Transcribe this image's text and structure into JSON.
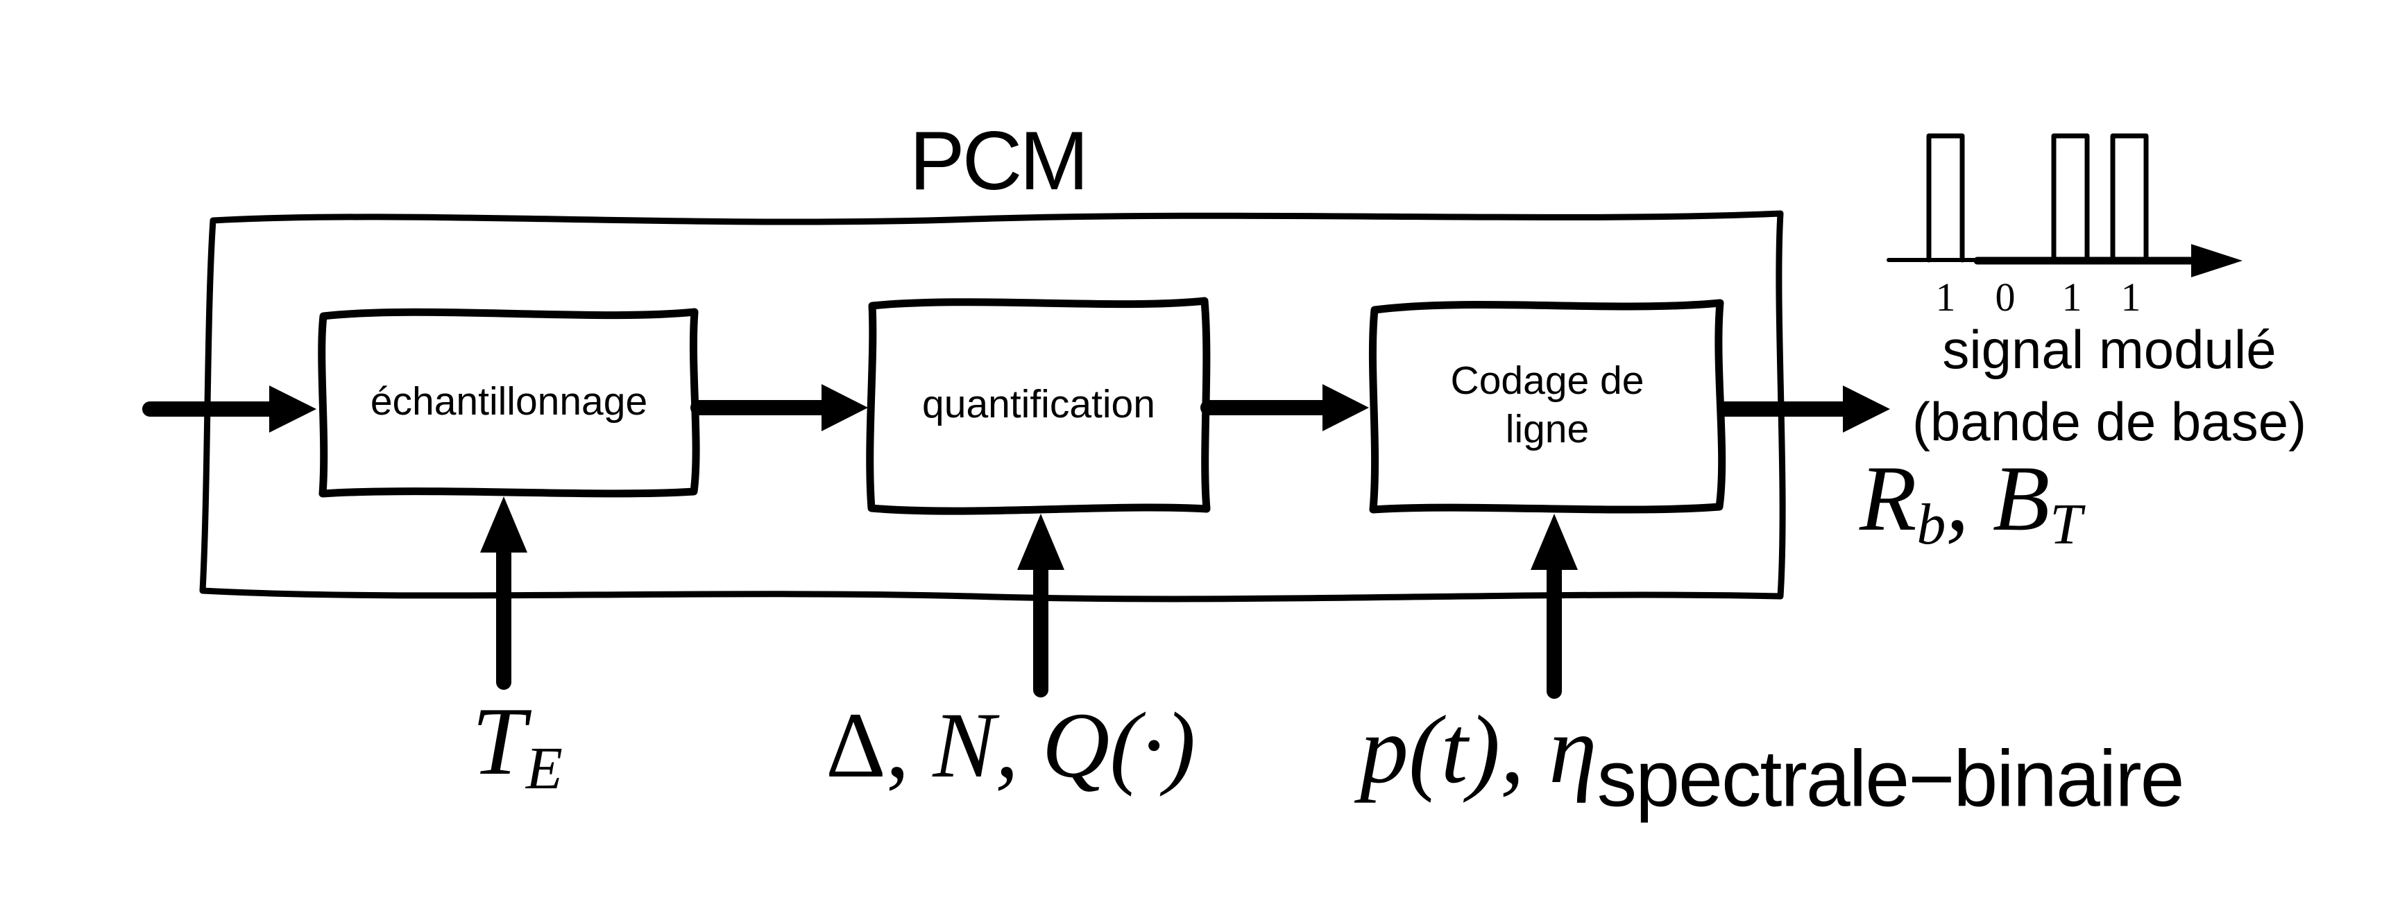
{
  "diagram": {
    "title": "PCM",
    "blocks": [
      {
        "id": "sampling",
        "label": "échantillonnage"
      },
      {
        "id": "quantization",
        "label": "quantification"
      },
      {
        "id": "line-coding",
        "label": "Codage de ligne"
      }
    ],
    "parameter_labels": {
      "sampling": {
        "base": "T",
        "sub": "E"
      },
      "quantization": {
        "upright": "Δ,",
        "italic": " N, Q(·)"
      },
      "line_coding": {
        "italic": "p(t), η",
        "sub": "spectrale−binaire"
      }
    },
    "output": {
      "line1": "signal modulé",
      "line2": "(bande de base)",
      "rate": {
        "r": "R",
        "r_sub": "b",
        "comma": ", ",
        "b": "B",
        "b_sub": "T"
      },
      "bits": [
        "1",
        "0",
        "1",
        "1"
      ]
    },
    "colors": {
      "ink": "#000000",
      "background": "#ffffff"
    }
  }
}
